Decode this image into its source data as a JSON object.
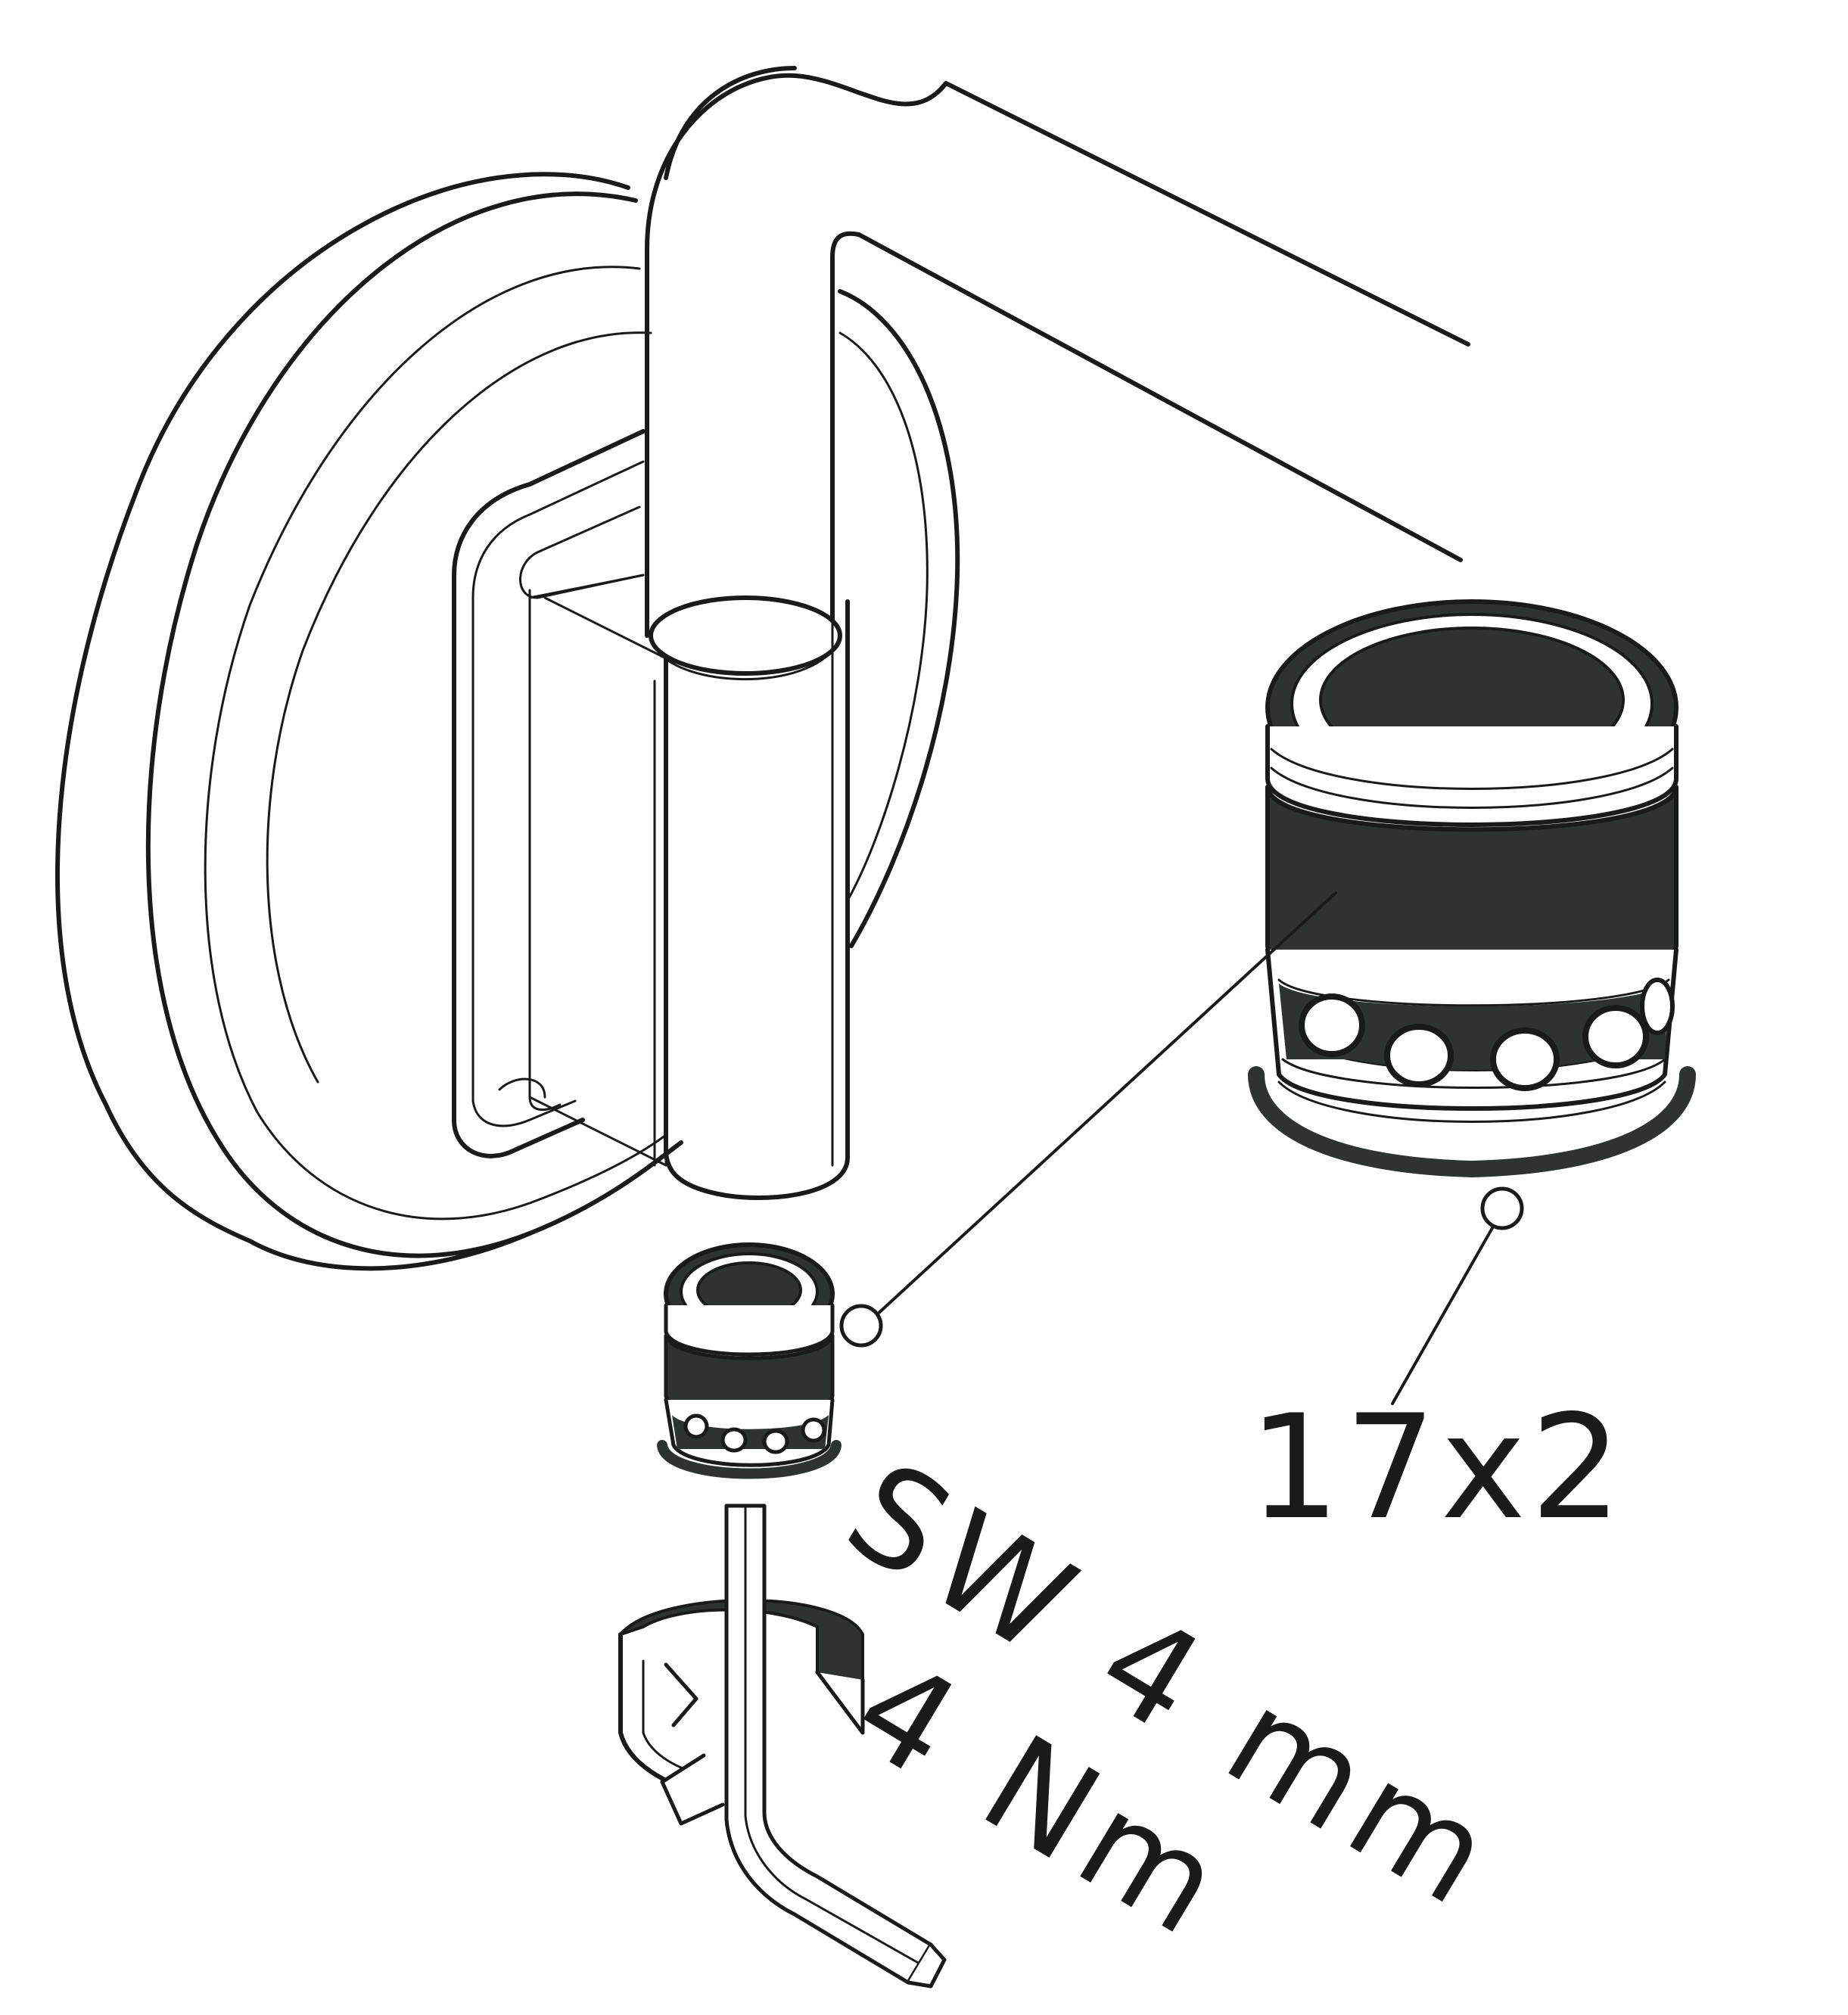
{
  "labels": {
    "part_dimension": "17x2",
    "wrench_size": "SW 4 mm",
    "torque": "4 Nm"
  },
  "colors": {
    "line": "#1a1a1a",
    "fill_dark": "#2e3230",
    "background": "#ffffff"
  },
  "icons": {
    "rotation": "rotate-arrow-icon",
    "tool": "hex-key-icon"
  }
}
